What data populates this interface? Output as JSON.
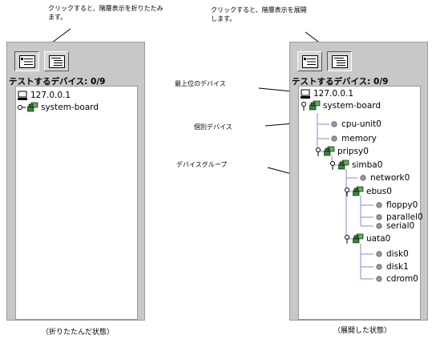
{
  "notes": {
    "collapse": "クリックすると、階層表示を折りたたみ\nます。",
    "expand": "クリックすると、階層表示を展開\nします。"
  },
  "left_panel": {
    "title": "テストするデバイス: 0/9",
    "root": "127.0.0.1",
    "child": "system-board",
    "caption": "（折りたたんだ状態）"
  },
  "right_panel": {
    "title": "テストするデバイス: 0/9",
    "caption": "（展開した状態）",
    "tree": [
      {
        "label": "127.0.0.1",
        "icon": "host-icon"
      },
      {
        "label": "system-board",
        "icon": "board-icon"
      },
      {
        "label": "cpu-unit0",
        "icon": "leaf-dot-icon"
      },
      {
        "label": "memory",
        "icon": "leaf-dot-icon"
      },
      {
        "label": "pripsy0",
        "icon": "board-icon"
      },
      {
        "label": "simba0",
        "icon": "board-icon"
      },
      {
        "label": "network0",
        "icon": "leaf-dot-icon"
      },
      {
        "label": "ebus0",
        "icon": "board-icon"
      },
      {
        "label": "floppy0",
        "icon": "leaf-dot-icon"
      },
      {
        "label": "parallel0",
        "icon": "leaf-dot-icon"
      },
      {
        "label": "serial0",
        "icon": "leaf-dot-icon"
      },
      {
        "label": "uata0",
        "icon": "board-icon"
      },
      {
        "label": "disk0",
        "icon": "leaf-dot-icon"
      },
      {
        "label": "disk1",
        "icon": "leaf-dot-icon"
      },
      {
        "label": "cdrom0",
        "icon": "leaf-dot-icon"
      }
    ]
  },
  "callouts": {
    "top_level": "最上位のデバイス",
    "individual": "個別デバイス",
    "group": "デバイスグループ"
  },
  "colors": {
    "panel_bg": "#c8c8c8",
    "tree_line": "#8888cc",
    "board_icon": "#3a8a3a"
  }
}
